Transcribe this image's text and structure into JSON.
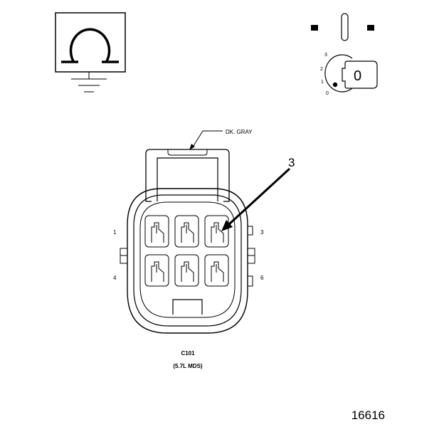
{
  "connector": {
    "wire_color": "DK. GRAY",
    "name": "C101",
    "variant": "(5.7L MDS)",
    "callout": "3",
    "pin_labels": {
      "top_left": "1",
      "bottom_left": "4",
      "top_right": "3",
      "bottom_right": "6"
    }
  },
  "key_switch": {
    "positions": [
      "3",
      "2",
      "1",
      "0"
    ],
    "key_glyph": "0"
  },
  "figure_number": "16616",
  "icons": [
    "ohmmeter-ground-symbol-icon",
    "ignition-key-switch-icon"
  ],
  "colors": {
    "ink": "#000000",
    "background": "#ffffff"
  }
}
